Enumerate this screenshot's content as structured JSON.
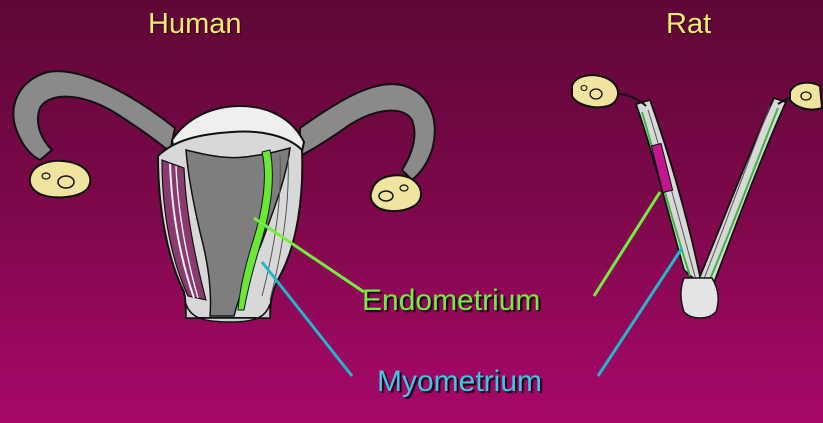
{
  "titles": {
    "human": "Human",
    "rat": "Rat"
  },
  "labels": {
    "endometrium": "Endometrium",
    "myometrium": "Myometrium"
  },
  "colors": {
    "background_top": "#5e0836",
    "background_bottom": "#a8086a",
    "title_text": "#f5ee6a",
    "endometrium": "#72ef3c",
    "myometrium": "#3cc7e6"
  }
}
